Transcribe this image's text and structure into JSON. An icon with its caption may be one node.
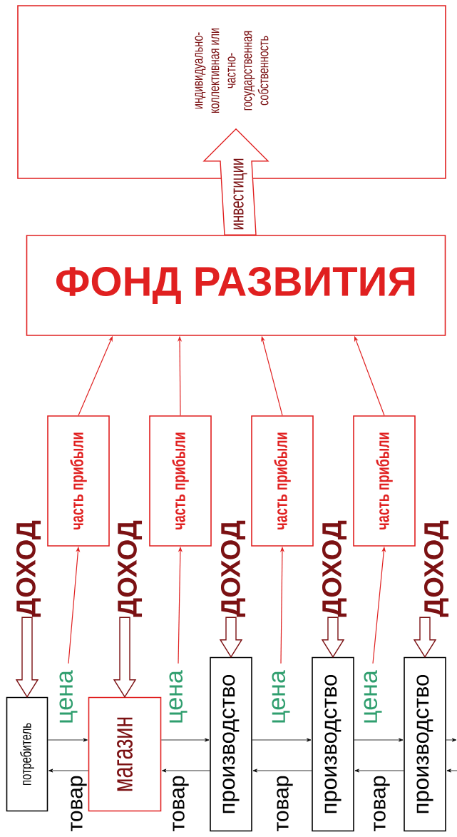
{
  "diagram": {
    "nodes": [
      {
        "text": [
          "индивидуально-коллективная или частно-государственная собственность"
        ]
      },
      {
        "text": [
          "ФОНД РАЗВИТИЯ"
        ]
      },
      {
        "text": [
          "часть прибыли"
        ]
      },
      {
        "text": [
          "часть прибыли"
        ]
      },
      {
        "text": [
          "часть прибыли"
        ]
      },
      {
        "text": [
          "часть прибыли"
        ]
      },
      {
        "text": [
          "ДОХОД"
        ]
      },
      {
        "text": [
          "ДОХОД"
        ]
      },
      {
        "text": [
          "ДОХОД"
        ]
      },
      {
        "text": [
          "ДОХОД"
        ]
      },
      {
        "text": [
          "ДОХОД"
        ]
      },
      {
        "text": [
          "цена"
        ]
      },
      {
        "text": [
          "цена"
        ]
      },
      {
        "text": [
          "цена"
        ]
      },
      {
        "text": [
          "цена"
        ]
      },
      {
        "text": [
          "потребитель"
        ]
      },
      {
        "text": [
          "магазин"
        ]
      },
      {
        "text": [
          "производство"
        ]
      },
      {
        "text": [
          "производство"
        ]
      },
      {
        "text": [
          "производство"
        ]
      }
    ],
    "edges": [
      {
        "from": 1,
        "to": 0,
        "arrow": "to",
        "label": "инвестиции",
        "style": "thick",
        "color": "#e02020"
      },
      {
        "from": 2,
        "to": 1,
        "arrow": "to",
        "color": "#e02020"
      },
      {
        "from": 3,
        "to": 1,
        "arrow": "to",
        "color": "#e02020"
      },
      {
        "from": 4,
        "to": 1,
        "arrow": "to",
        "color": "#e02020"
      },
      {
        "from": 5,
        "to": 1,
        "arrow": "to",
        "color": "#e02020"
      },
      {
        "from": 11,
        "to": 2,
        "arrow": "to",
        "color": "#e02020"
      },
      {
        "from": 12,
        "to": 3,
        "arrow": "to",
        "color": "#e02020"
      },
      {
        "from": 13,
        "to": 4,
        "arrow": "to",
        "color": "#e02020"
      },
      {
        "from": 14,
        "to": 5,
        "arrow": "to",
        "color": "#e02020"
      },
      {
        "from": 6,
        "to": 15,
        "arrow": "to",
        "style": "thick",
        "color": "#7b1113"
      },
      {
        "from": 7,
        "to": 16,
        "arrow": "to",
        "style": "thick",
        "color": "#7b1113"
      },
      {
        "from": 8,
        "to": 17,
        "arrow": "to",
        "style": "thick",
        "color": "#7b1113"
      },
      {
        "from": 9,
        "to": 18,
        "arrow": "to",
        "style": "thick",
        "color": "#7b1113"
      },
      {
        "from": 10,
        "to": 19,
        "arrow": "to",
        "style": "thick",
        "color": "#7b1113"
      },
      {
        "from": 15,
        "to": 16,
        "arrow": "to"
      },
      {
        "from": 16,
        "to": 17,
        "arrow": "to"
      },
      {
        "from": 17,
        "to": 18,
        "arrow": "to"
      },
      {
        "from": 18,
        "to": 19,
        "arrow": "to"
      },
      {
        "from": 19,
        "to": null,
        "arrow": "to"
      },
      {
        "from": 16,
        "to": 15,
        "arrow": "to",
        "label": "товар"
      },
      {
        "from": 17,
        "to": 16,
        "arrow": "to",
        "label": "товар"
      },
      {
        "from": 18,
        "to": 17,
        "arrow": "to",
        "label": "товар"
      },
      {
        "from": 19,
        "to": 18,
        "arrow": "to",
        "label": "товар"
      },
      {
        "from": null,
        "to": 19,
        "arrow": "to"
      }
    ]
  }
}
